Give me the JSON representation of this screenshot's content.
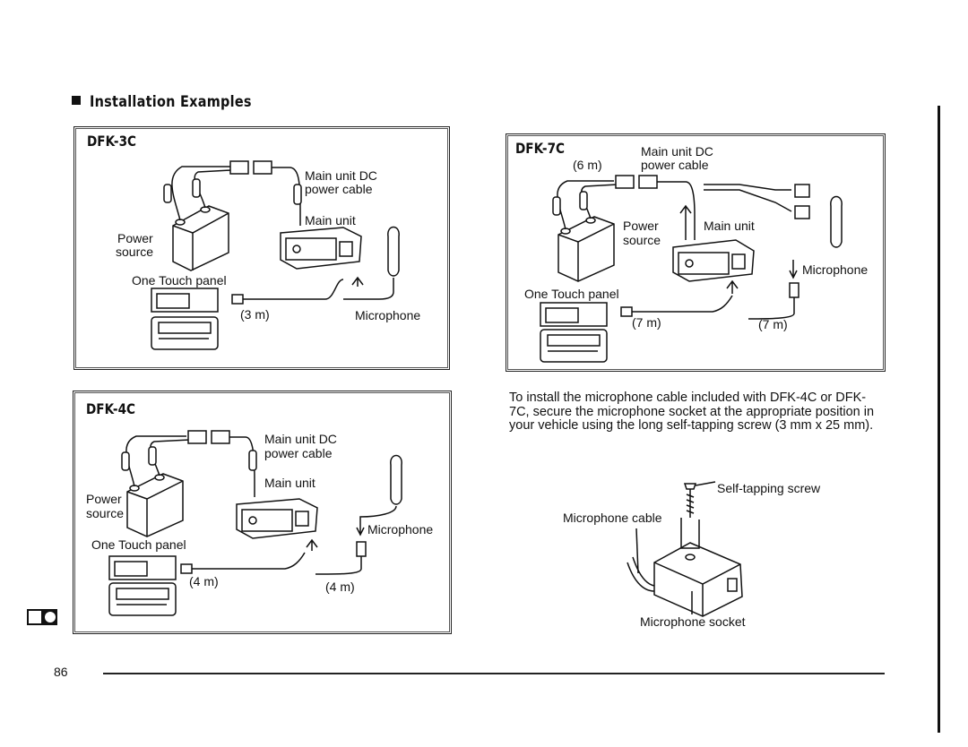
{
  "section": {
    "title": "Installation Examples"
  },
  "panels": {
    "dfk3c": {
      "title": "DFK-3C",
      "labels": {
        "dc_cable_1": "Main unit DC",
        "dc_cable_2": "power cable",
        "main_unit": "Main unit",
        "power_1": "Power",
        "power_2": "source",
        "one_touch": "One Touch panel",
        "length": "(3 m)",
        "microphone": "Microphone"
      }
    },
    "dfk7c": {
      "title": "DFK-7C",
      "labels": {
        "length_top": "(6 m)",
        "dc_cable_1": "Main unit DC",
        "dc_cable_2": "power cable",
        "power_1": "Power",
        "power_2": "source",
        "main_unit": "Main unit",
        "microphone": "Microphone",
        "one_touch": "One Touch panel",
        "length_a": "(7 m)",
        "length_b": "(7 m)"
      }
    },
    "dfk4c": {
      "title": "DFK-4C",
      "labels": {
        "dc_cable_1": "Main unit DC",
        "dc_cable_2": "power cable",
        "main_unit": "Main unit",
        "power_1": "Power",
        "power_2": "source",
        "microphone": "Microphone",
        "one_touch": "One Touch panel",
        "length_a": "(4 m)",
        "length_b": "(4 m)"
      }
    }
  },
  "instructions": {
    "text": "To install the microphone cable included with DFK-4C or DFK-7C, secure the microphone socket at the appropriate position in your vehicle using the long self-tapping screw (3 mm x 25 mm).",
    "labels": {
      "screw": "Self-tapping screw",
      "cable": "Microphone cable",
      "socket": "Microphone socket"
    }
  },
  "footer": {
    "page_number": "86"
  }
}
